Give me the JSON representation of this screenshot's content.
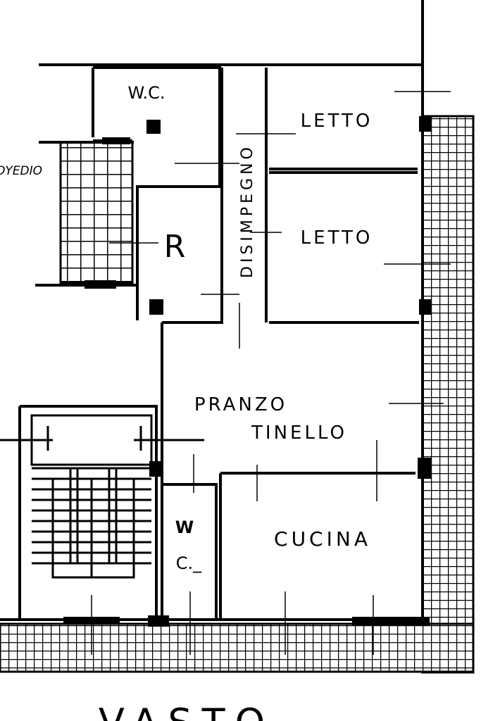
{
  "plan": {
    "rooms": {
      "wc_top": "W.C.",
      "disimpegno": "DISIMPEGNO",
      "letto_1": "LETTO",
      "letto_2": "LETTO",
      "ripostiglio": "R",
      "pranzo": "PRANZO",
      "tinello": "TINELLO",
      "cucina": "CUCINA",
      "wc_bottom_w": "W",
      "wc_bottom_c": "C._"
    },
    "side_label": "OYEDIO",
    "street_label": "VASTO"
  },
  "colors": {
    "ink": "#000000",
    "paper": "#ffffff"
  }
}
